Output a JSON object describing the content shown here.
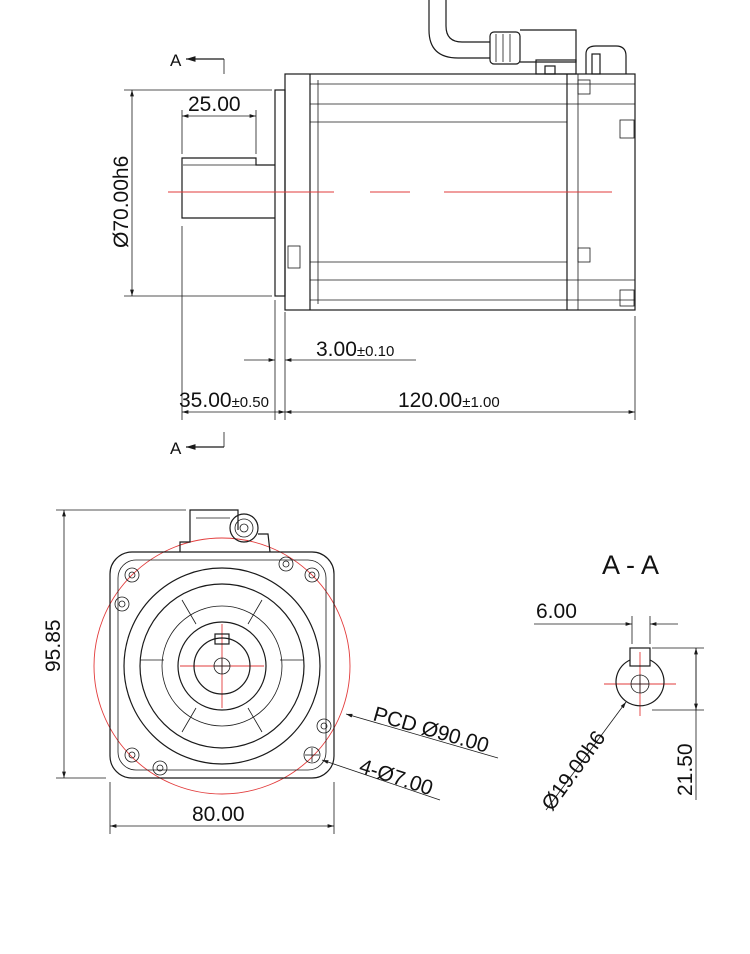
{
  "colors": {
    "line": "#1a1a1a",
    "centerline": "#e23b3b",
    "background": "#ffffff"
  },
  "side_view": {
    "section_marker_top": "A",
    "section_marker_bottom": "A",
    "shaft_length": "25.00",
    "flange_diameter": "Ø70.00h6",
    "flange_thickness_value": "3.00",
    "flange_thickness_tol": "±0.10",
    "shaft_extension_value": "35.00",
    "shaft_extension_tol": "±0.50",
    "body_length_value": "120.00",
    "body_length_tol": "±1.00"
  },
  "front_view": {
    "height": "95.85",
    "width": "80.00",
    "pcd": "PCD Ø90.00",
    "holes": "4-Ø7.00"
  },
  "section_view": {
    "title": "A - A",
    "key_width": "6.00",
    "shaft_diameter": "Ø19.00h6",
    "key_height": "21.50"
  }
}
